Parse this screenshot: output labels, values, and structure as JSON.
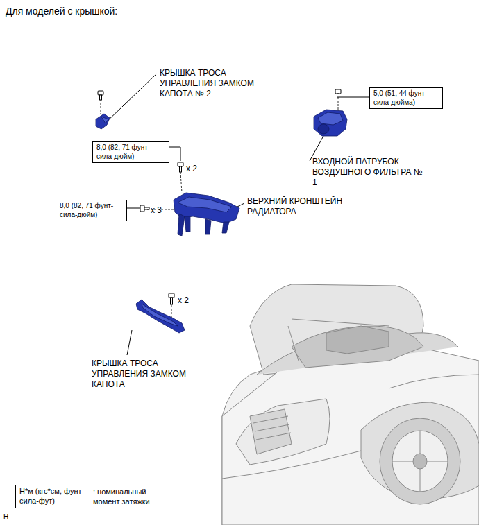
{
  "diagram": {
    "title": "Для моделей с крышкой:",
    "nodes": [
      {
        "text": [
          "5,0 (51, 44 фунт-сила-дюйма)"
        ]
      },
      {
        "text": [
          "8,0 (82, 71 фунт-сила-дюйм)"
        ]
      },
      {
        "text": [
          "8,0 (82, 71 фунт-сила-дюйм)"
        ]
      },
      {
        "text": [
          "Н*м (кгс*см, фунт-сила-фут)"
        ]
      }
    ],
    "labels": [
      "КРЫШКА ТРОСА УПРАВЛЕНИЯ ЗАМКОМ КАПОТА № 2",
      "ВХОДНОЙ ПАТРУБОК ВОЗДУШНОГО ФИЛЬТРА № 1",
      "x 2",
      "x 3",
      "ВЕРХНИЙ КРОНШТЕЙН РАДИАТОРА",
      "x 2",
      "КРЫШКА ТРОСА УПРАВЛЕНИЯ ЗАМКОМ КАПОТА",
      "H"
    ],
    "legend": [
      {
        "text": ": номинальный момент затяжки"
      }
    ]
  }
}
